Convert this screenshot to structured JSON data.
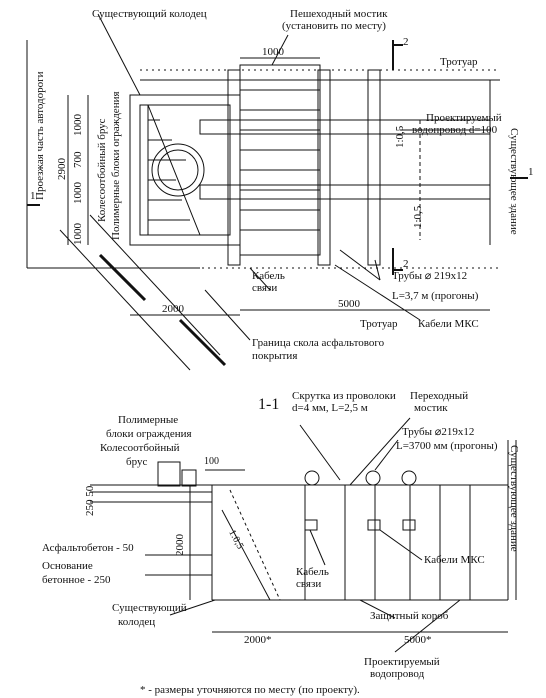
{
  "plan": {
    "existing_well": "Существующий колодец",
    "bridge_line1": "Пешеходный мостик",
    "bridge_line2": "(установить по месту)",
    "dim_1000_top": "1000",
    "section_mark": "2",
    "sidewalk_top": "Тротуар",
    "road_label": "Проезжая часть автодороги",
    "curb_beam": "Колесоотбойный брус",
    "polymer_blocks": "Полимерные блоки ограждения",
    "dim_1000_a": "1000",
    "dim_700": "700",
    "dim_1000_b": "1000",
    "dim_1000_c": "1000",
    "dim_2900": "2900",
    "cut_mark": "1",
    "slope_a": "1:0,5",
    "slope_b": "1:0,5",
    "water_line1": "Проектируемый",
    "water_line2": "водопровод d=100",
    "existing_building": "Существующее здание",
    "comm_cable_line1": "Кабель",
    "comm_cable_line2": "связи",
    "pipes_line1": "Трубы ⌀ 219х12",
    "pipes_line2": "L=3,7 м (прогоны)",
    "dim_2000": "2000",
    "dim_5000": "5000",
    "sidewalk_bottom": "Тротуар",
    "mks_cables": "Кабели МКС",
    "asphalt_edge_line1": "Граница скола асфальтового",
    "asphalt_edge_line2": "покрытия"
  },
  "section": {
    "title": "1-1",
    "wire_twist_line1": "Скрутка из проволоки",
    "wire_twist_line2": "d=4 мм, L=2,5 м",
    "transit_bridge_line1": "Переходный",
    "transit_bridge_line2": "мостик",
    "polymer_line1": "Полимерные",
    "polymer_line2": "блоки ограждения",
    "curb_line1": "Колесоотбойный",
    "curb_line2": "брус",
    "dim_100": "100",
    "pipes_line1": "Трубы ⌀219х12",
    "pipes_line2": "L=3700 мм (прогоны)",
    "dim_250_50": "250   50",
    "existing_building": "Существующее здание",
    "asphalt": "Асфальтобетон - 50",
    "base_line1": "Основание",
    "base_line2": "бетонное - 250",
    "dim_2000_v": "2000",
    "slope": "1:0,5",
    "comm_cable_line1": "Кабель",
    "comm_cable_line2": "связи",
    "mks_cables": "Кабели МКС",
    "existing_well_line1": "Существующий",
    "existing_well_line2": "колодец",
    "protective_box": "Защитный короб",
    "dim_2000": "2000*",
    "dim_5000": "5000*",
    "water_line1": "Проектируемый",
    "water_line2": "водопровод"
  },
  "footnote": "* - размеры уточняются по месту (по проекту)."
}
